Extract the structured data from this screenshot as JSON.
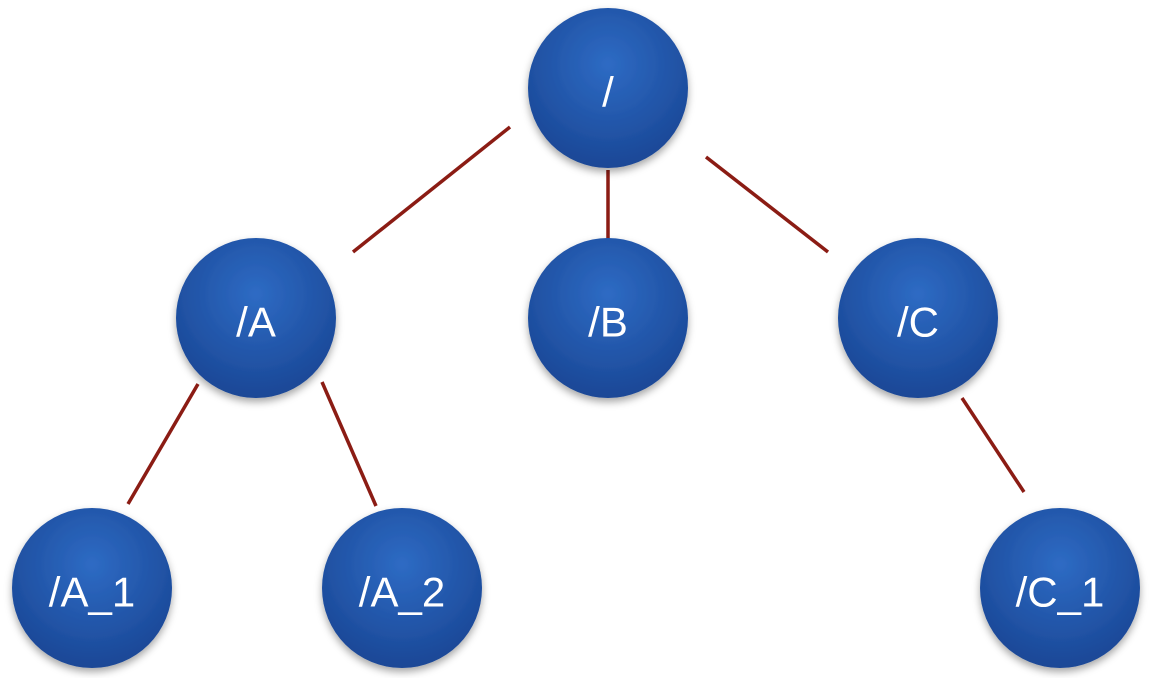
{
  "colors": {
    "node_fill_top": "#2e6bc4",
    "node_fill_bottom": "#1a4796",
    "edge": "#8b1c14",
    "label": "#ffffff"
  },
  "nodes": [
    {
      "id": "root",
      "label": "/"
    },
    {
      "id": "A",
      "label": "/A"
    },
    {
      "id": "B",
      "label": "/B"
    },
    {
      "id": "C",
      "label": "/C"
    },
    {
      "id": "A_1",
      "label": "/A_1"
    },
    {
      "id": "A_2",
      "label": "/A_2"
    },
    {
      "id": "C_1",
      "label": "/C_1"
    }
  ],
  "edges": [
    {
      "from": "root",
      "to": "A"
    },
    {
      "from": "root",
      "to": "B"
    },
    {
      "from": "root",
      "to": "C"
    },
    {
      "from": "A",
      "to": "A_1"
    },
    {
      "from": "A",
      "to": "A_2"
    },
    {
      "from": "C",
      "to": "C_1"
    }
  ]
}
